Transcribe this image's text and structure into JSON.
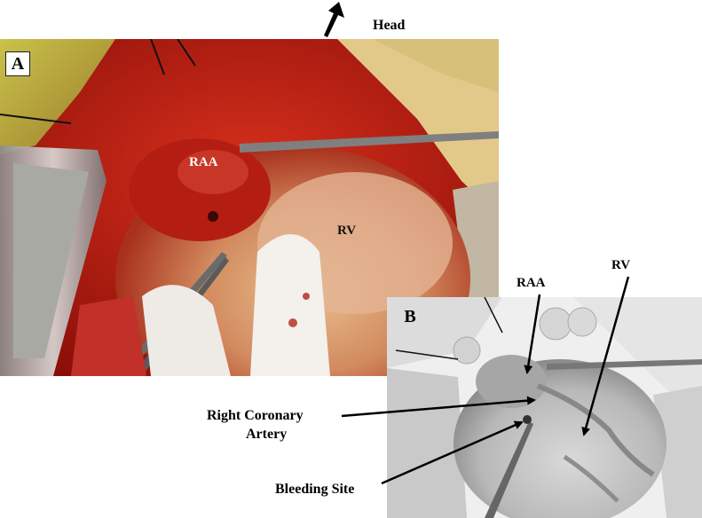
{
  "head_label": "Head",
  "panel_a": {
    "letter": "A",
    "raa_label": "RAA",
    "rv_label": "RV"
  },
  "panel_b": {
    "letter": "B",
    "raa_label": "RAA",
    "rv_label": "RV"
  },
  "callouts": {
    "right_coronary_artery_line1": "Right Coronary",
    "right_coronary_artery_line2": "Artery",
    "bleeding_site": "Bleeding Site"
  }
}
